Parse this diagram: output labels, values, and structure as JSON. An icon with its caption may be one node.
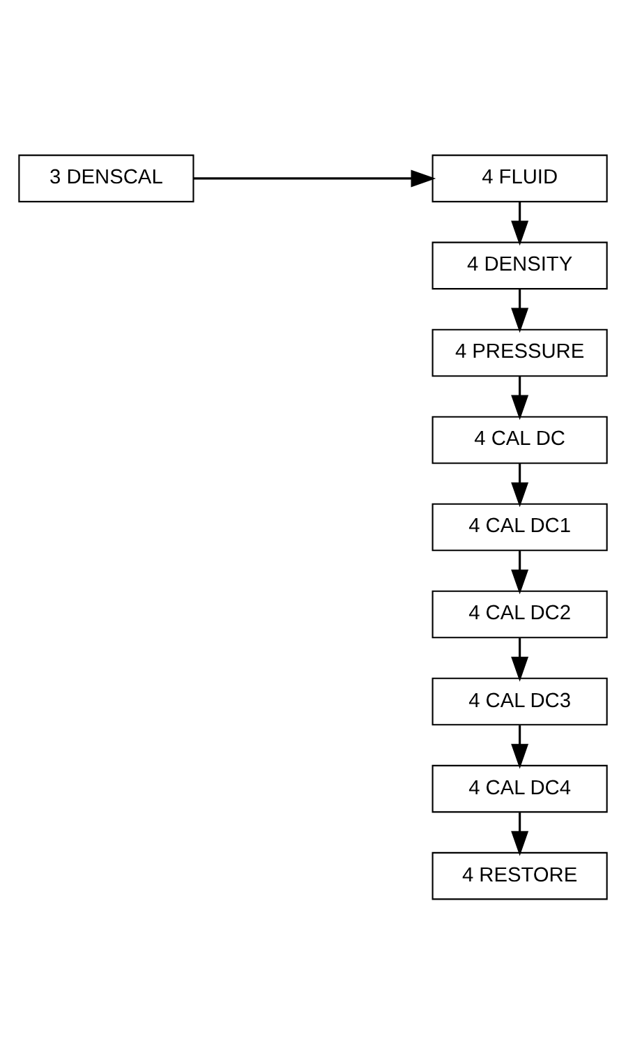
{
  "diagram": {
    "nodes": [
      {
        "text": [
          "3 DENSCAL"
        ]
      },
      {
        "text": [
          "4 FLUID"
        ]
      },
      {
        "text": [
          "4 DENSITY"
        ]
      },
      {
        "text": [
          "4 PRESSURE"
        ]
      },
      {
        "text": [
          "4 CAL DC"
        ]
      },
      {
        "text": [
          "4 CAL DC1"
        ]
      },
      {
        "text": [
          "4 CAL DC2"
        ]
      },
      {
        "text": [
          "4 CAL DC3"
        ]
      },
      {
        "text": [
          "4 CAL DC4"
        ]
      },
      {
        "text": [
          "4 RESTORE"
        ]
      }
    ],
    "edges": [
      {
        "from": 0,
        "to": 1,
        "arrow": "to"
      },
      {
        "from": 1,
        "to": 2,
        "arrow": "to"
      },
      {
        "from": 2,
        "to": 3,
        "arrow": "to"
      },
      {
        "from": 3,
        "to": 4,
        "arrow": "to"
      },
      {
        "from": 4,
        "to": 5,
        "arrow": "to"
      },
      {
        "from": 5,
        "to": 6,
        "arrow": "to"
      },
      {
        "from": 6,
        "to": 7,
        "arrow": "to"
      },
      {
        "from": 7,
        "to": 8,
        "arrow": "to"
      },
      {
        "from": 8,
        "to": 9,
        "arrow": "to"
      }
    ]
  }
}
